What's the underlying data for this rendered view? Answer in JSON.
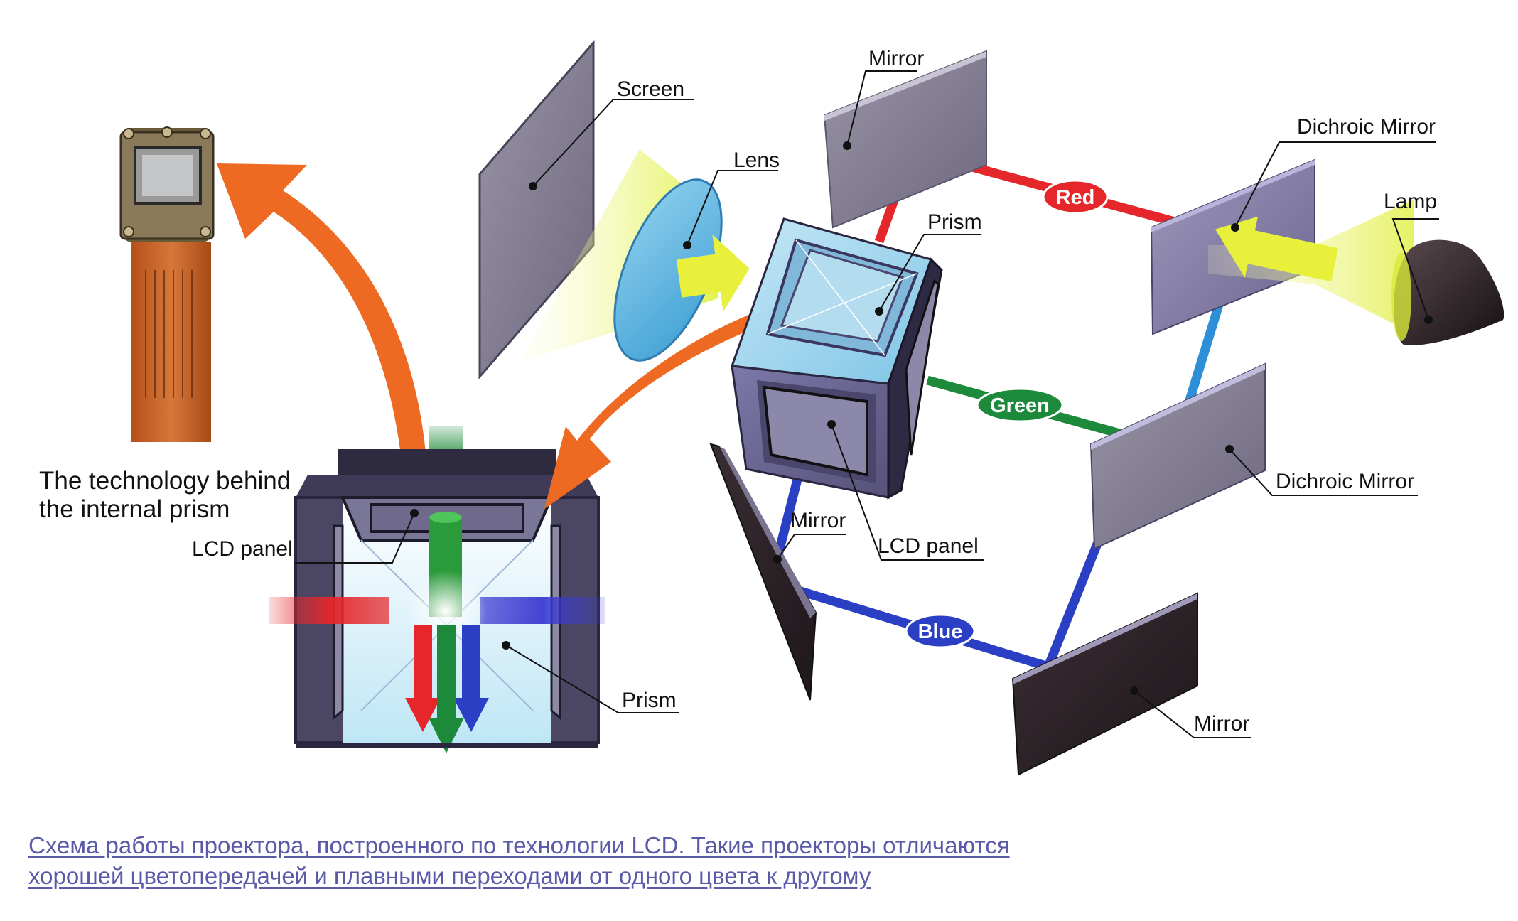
{
  "labels": {
    "screen": "Screen",
    "lens": "Lens",
    "mirror_top": "Mirror",
    "dichroic_top": "Dichroic Mirror",
    "lamp": "Lamp",
    "prism_main": "Prism",
    "beam_red": "Red",
    "beam_green": "Green",
    "beam_blue": "Blue",
    "dichroic_mid": "Dichroic Mirror",
    "mirror_left": "Mirror",
    "lcd_panel_main": "LCD panel",
    "mirror_bottom": "Mirror",
    "tech_line1": "The technology behind",
    "tech_line2": "the internal prism",
    "lcd_panel_detail": "LCD panel",
    "prism_detail": "Prism"
  },
  "caption": {
    "line1": "Схема работы проектора, построенного по технологии LCD. Такие проекторы отличаются",
    "line2": "хорошей цветопередачей и плавными переходами от одного цвета к другому"
  },
  "colors": {
    "red": "#e5262a",
    "green": "#1c8a3a",
    "blue": "#2b3fc4",
    "light_blue": "#2d8fd8",
    "orange": "#ee6a22",
    "yellow": "#eef26a",
    "panel": "#8a8494",
    "frame": "#4a4664",
    "caption": "#5a5aa8"
  }
}
